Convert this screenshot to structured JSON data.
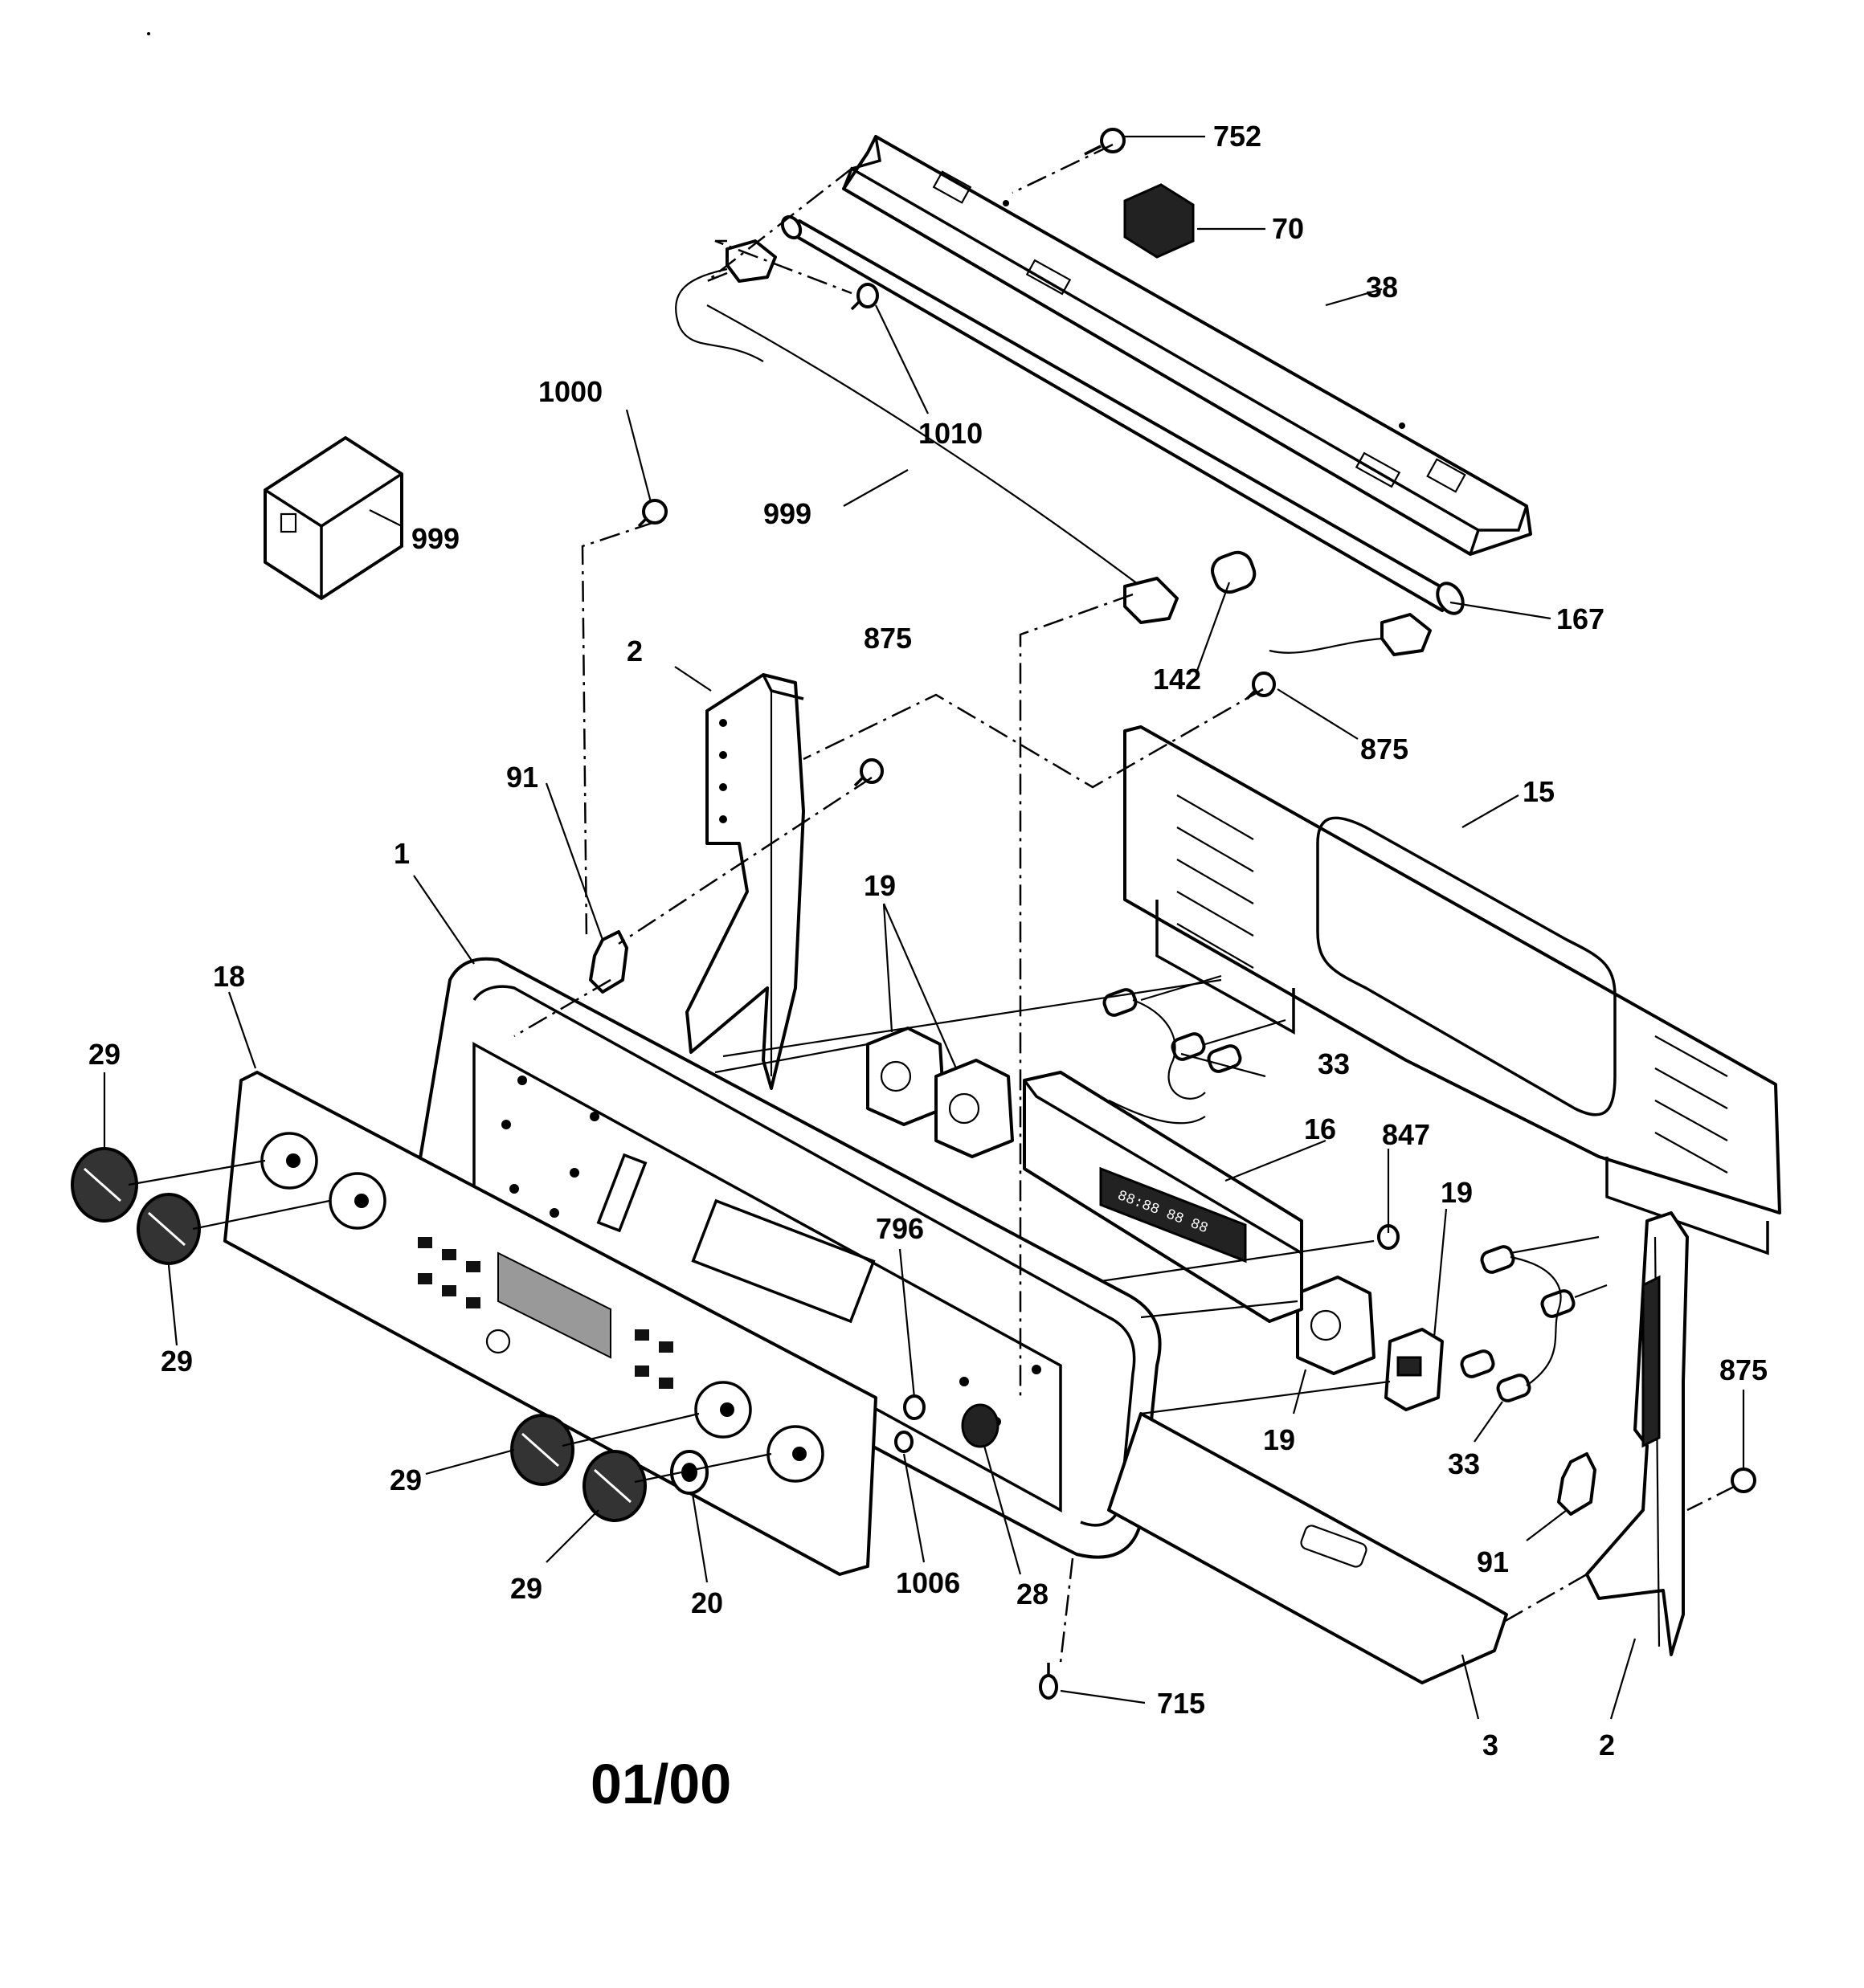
{
  "diagram": {
    "date_code": "01/00",
    "callouts": [
      {
        "id": "c752",
        "text": "752"
      },
      {
        "id": "c70",
        "text": "70"
      },
      {
        "id": "c38",
        "text": "38"
      },
      {
        "id": "c1000",
        "text": "1000"
      },
      {
        "id": "c1010",
        "text": "1010"
      },
      {
        "id": "c999a",
        "text": "999"
      },
      {
        "id": "c999b",
        "text": "999"
      },
      {
        "id": "c167",
        "text": "167"
      },
      {
        "id": "c142",
        "text": "142"
      },
      {
        "id": "c875a",
        "text": "875"
      },
      {
        "id": "c875b",
        "text": "875"
      },
      {
        "id": "c875c",
        "text": "875"
      },
      {
        "id": "c2a",
        "text": "2"
      },
      {
        "id": "c2b",
        "text": "2"
      },
      {
        "id": "c91a",
        "text": "91"
      },
      {
        "id": "c91b",
        "text": "91"
      },
      {
        "id": "c15",
        "text": "15"
      },
      {
        "id": "c1",
        "text": "1"
      },
      {
        "id": "c18",
        "text": "18"
      },
      {
        "id": "c19a",
        "text": "19"
      },
      {
        "id": "c19b",
        "text": "19"
      },
      {
        "id": "c19c",
        "text": "19"
      },
      {
        "id": "c33a",
        "text": "33"
      },
      {
        "id": "c33b",
        "text": "33"
      },
      {
        "id": "c16",
        "text": "16"
      },
      {
        "id": "c847",
        "text": "847"
      },
      {
        "id": "c29a",
        "text": "29"
      },
      {
        "id": "c29b",
        "text": "29"
      },
      {
        "id": "c29c",
        "text": "29"
      },
      {
        "id": "c29d",
        "text": "29"
      },
      {
        "id": "c796",
        "text": "796"
      },
      {
        "id": "c20",
        "text": "20"
      },
      {
        "id": "c1006",
        "text": "1006"
      },
      {
        "id": "c28",
        "text": "28"
      },
      {
        "id": "c715",
        "text": "715"
      },
      {
        "id": "c3",
        "text": "3"
      }
    ]
  }
}
